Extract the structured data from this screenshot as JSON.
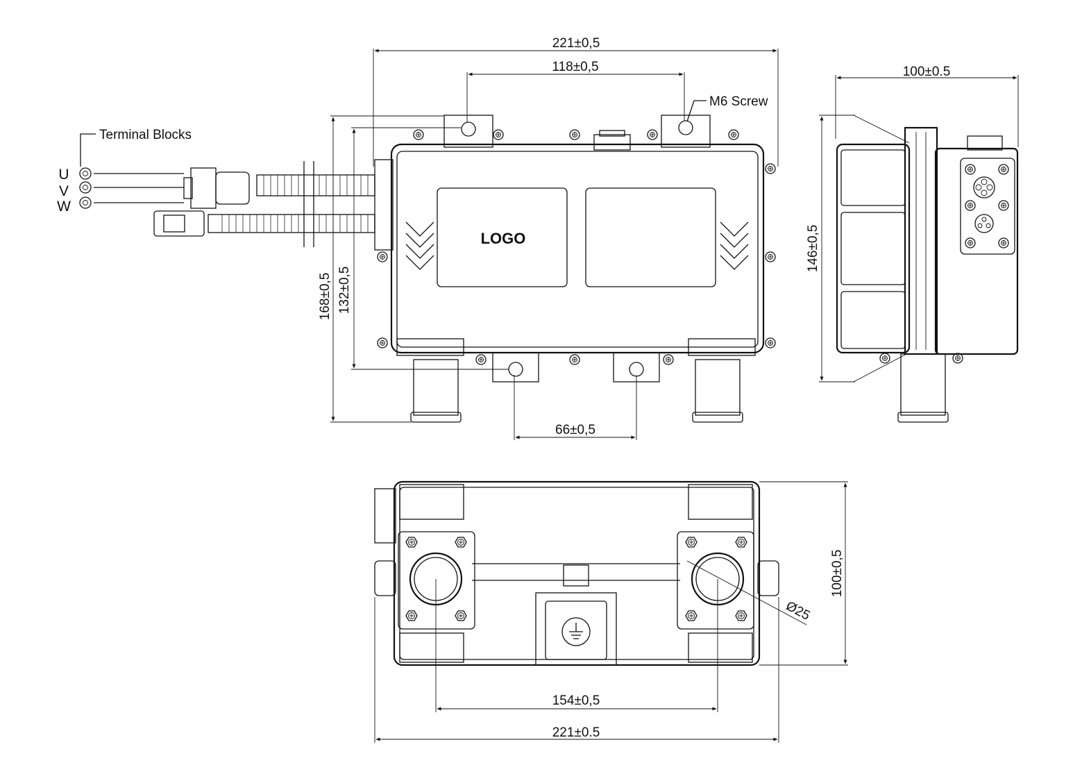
{
  "labels": {
    "terminal_blocks": "Terminal Blocks",
    "m6_screw": "M6 Screw",
    "logo": "LOGO",
    "phase_u": "U",
    "phase_v": "V",
    "phase_w": "W",
    "diameter": "Ø25"
  },
  "dimensions": {
    "top_width": "221±0,5",
    "top_mount_spacing": "118±0,5",
    "side_width": "100±0.5",
    "overall_height": "168±0,5",
    "body_height": "132±0,5",
    "side_height": "146±0,5",
    "bottom_mount_spacing": "66±0,5",
    "bottom_view_height": "100±0,5",
    "port_spacing": "154±0,5",
    "bottom_view_width": "221±0.5"
  }
}
